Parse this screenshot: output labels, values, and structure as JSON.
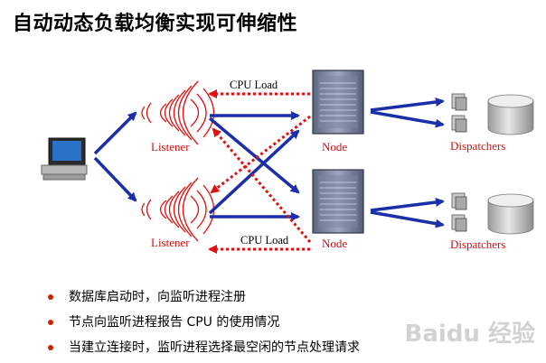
{
  "title": "自动动态负载均衡实现可伸缩性",
  "labels": {
    "listener_top": "Listener",
    "listener_bottom": "Listener",
    "node_top": "Node",
    "node_bottom": "Node",
    "dispatchers_top": "Dispatchers",
    "dispatchers_bottom": "Dispatchers",
    "cpu_load_top": "CPU Load",
    "cpu_load_bottom": "CPU Load"
  },
  "bullets": [
    "数据库启动时，向监听进程注册",
    "节点向监听进程报告 CPU 的使用情况",
    "当建立连接时，监听进程选择最空闲的节点处理请求"
  ],
  "watermark": "Baidu 经验",
  "colors": {
    "arrow_blue": "#1a2fa8",
    "dotted_red": "#dd1111",
    "label_red": "#cc1111",
    "bullet_red": "#cc2200"
  }
}
